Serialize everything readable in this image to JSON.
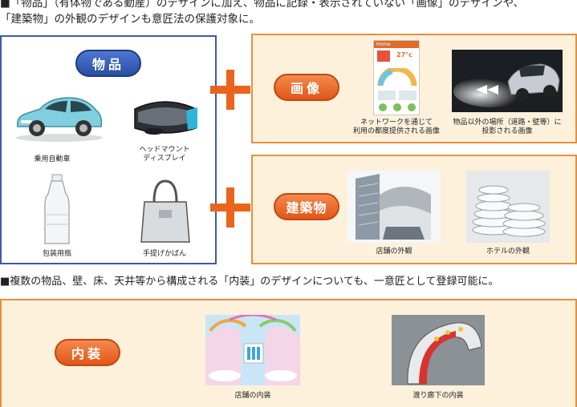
{
  "intro": {
    "line1": "■「物品」（有体物である動産）のデザインに加え、物品に記録・表示されていない「画像」のデザインや、",
    "line2": "「建築物」の外観のデザインも意匠法の保護対象に。"
  },
  "items_box": {
    "label": "物品",
    "items": [
      {
        "caption": "乗用自動車"
      },
      {
        "caption_line1": "ヘッドマウント",
        "caption_line2": "ディスプレイ"
      },
      {
        "caption": "包装用瓶"
      },
      {
        "caption": "手提げかばん"
      }
    ]
  },
  "image_box": {
    "label": "画像",
    "items": [
      {
        "caption_line1": "ネットワークを通じて",
        "caption_line2": "利用の都度提供される画像",
        "screen_title": "Home",
        "screen_temp": "27°c"
      },
      {
        "caption_line1": "物品以外の場所（道路・壁等）に",
        "caption_line2": "投影される画像"
      }
    ]
  },
  "building_box": {
    "label": "建築物",
    "items": [
      {
        "caption": "店舗の外観"
      },
      {
        "caption": "ホテルの外観"
      }
    ]
  },
  "section2": {
    "text": "■複数の物品、壁、床、天井等から構成される「内装」のデザインについても、一意匠として登録可能に。"
  },
  "interior_box": {
    "label": "内装",
    "items": [
      {
        "caption": "店舗の内装"
      },
      {
        "caption": "渡り廊下の内装"
      }
    ]
  },
  "colors": {
    "blue_border": "#3d5aa8",
    "orange_border": "#e8903a",
    "panel_fill": "#fdf1dc",
    "plus": "#e9651c"
  }
}
